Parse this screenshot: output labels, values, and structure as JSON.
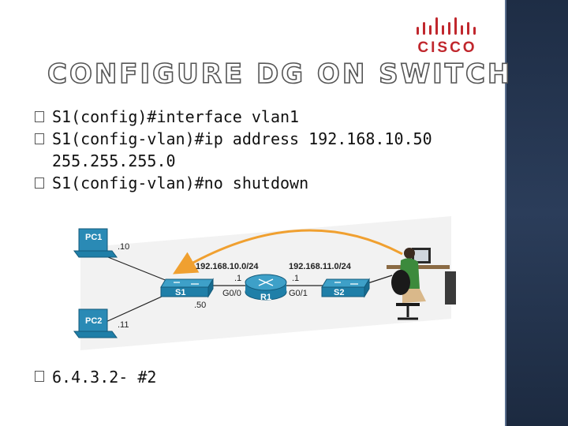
{
  "logo": {
    "text": "CISCO"
  },
  "title": "CONFIGURE DG ON SWITCH",
  "bullets": [
    {
      "text": "S1(config)#interface vlan1"
    },
    {
      "text": "S1(config-vlan)#ip address 192.168.10.50",
      "cont": "255.255.255.0"
    },
    {
      "text": "S1(config-vlan)#no shutdown"
    }
  ],
  "footer_bullet": "6.4.3.2- #2",
  "diagram": {
    "pc1": "PC1",
    "pc2": "PC2",
    "pc1_ip": ".10",
    "pc2_ip": ".11",
    "s1": "S1",
    "s2": "S2",
    "r1": "R1",
    "s1_ip": ".50",
    "net_left": "192.168.10.0/24",
    "net_right": "192.168.11.0/24",
    "r1_left_ip": ".1",
    "r1_right_ip": ".1",
    "r1_left_if": "G0/0",
    "r1_right_if": "G0/1"
  },
  "colors": {
    "accent": "#c0272d",
    "band": "#243550",
    "device_blue": "#1f7fa8",
    "arrow": "#f0a030"
  }
}
